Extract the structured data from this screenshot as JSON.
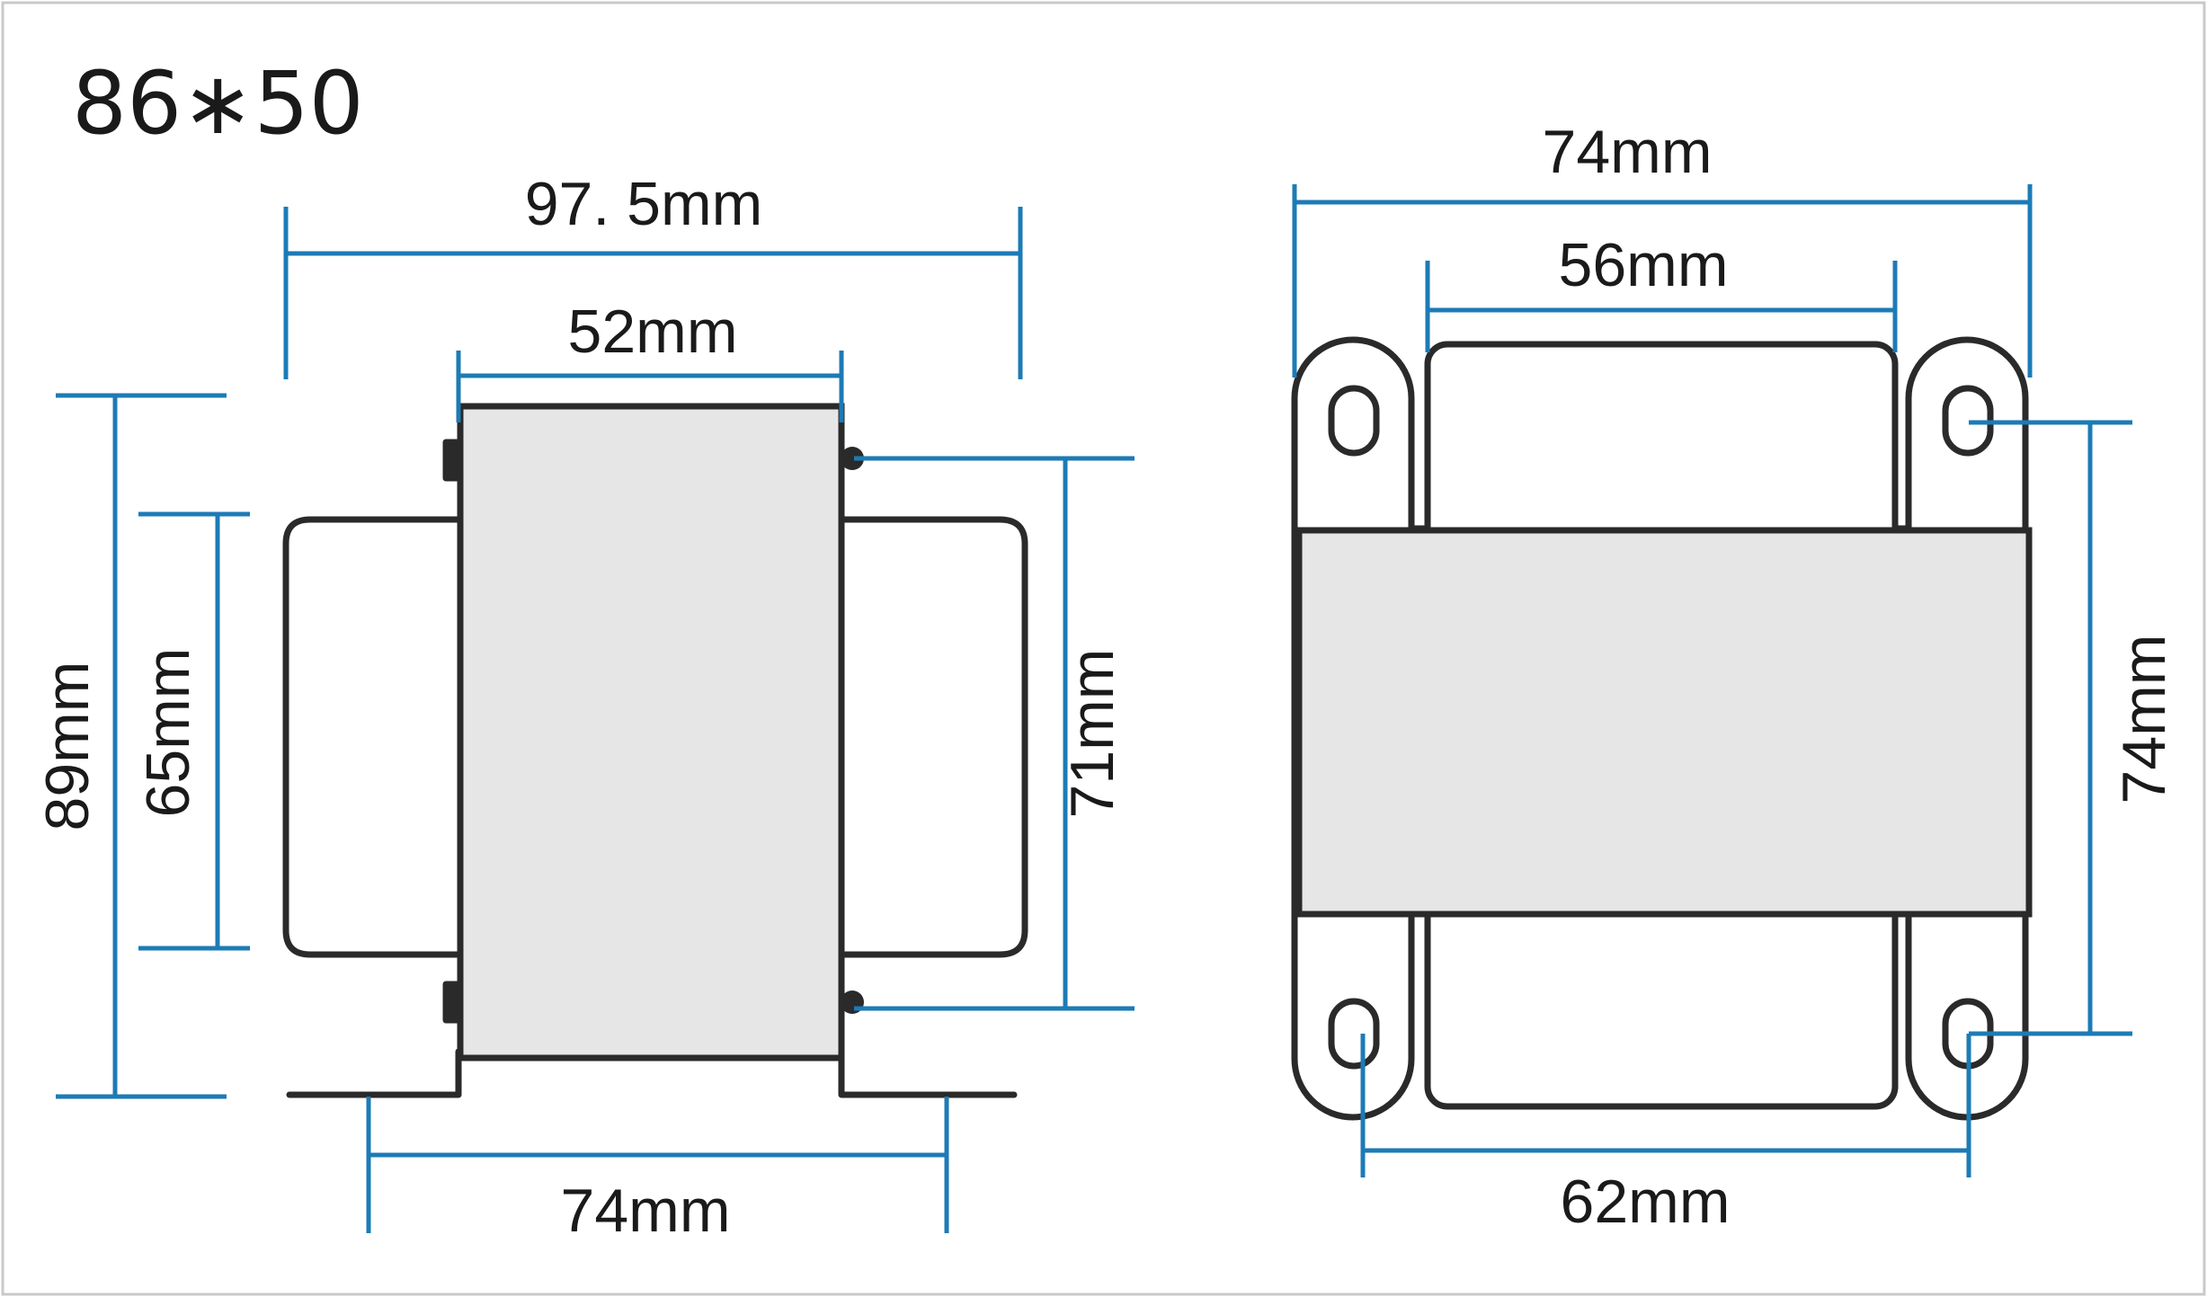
{
  "title": "86∗50",
  "colors": {
    "outline": "#2a2a2a",
    "core_fill": "#e6e6e6",
    "dimension_line": "#1c7bb6",
    "text": "#1a1a1a"
  },
  "front_view": {
    "width_overall": "97. 5mm",
    "core_width": "52mm",
    "height_overall": "89mm",
    "coil_height": "65mm",
    "terminal_spacing": "71mm",
    "mount_spacing": "74mm"
  },
  "top_view": {
    "width_overall": "74mm",
    "bobbin_width": "56mm",
    "hole_spacing_vertical": "74mm",
    "hole_spacing_horizontal": "62mm"
  }
}
